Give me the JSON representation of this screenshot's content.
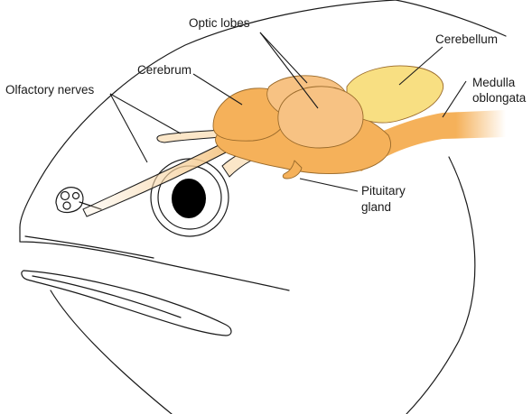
{
  "labels": {
    "olfactory_nerves": "Olfactory nerves",
    "cerebrum": "Cerebrum",
    "optic_lobes": "Optic lobes",
    "cerebellum": "Cerebellum",
    "medulla_line1": "Medulla",
    "medulla_line2": "oblongata",
    "pituitary_line1": "Pituitary",
    "pituitary_line2": "gland"
  },
  "colors": {
    "brain_orange": "#f5b15a",
    "brain_light": "#f9cd8a",
    "optic_lobe": "#f7c283",
    "cerebellum": "#f8df82",
    "nerve_pale": "#fbe6c8",
    "outline": "#1a1a1a",
    "eye_pupil": "#000000"
  }
}
